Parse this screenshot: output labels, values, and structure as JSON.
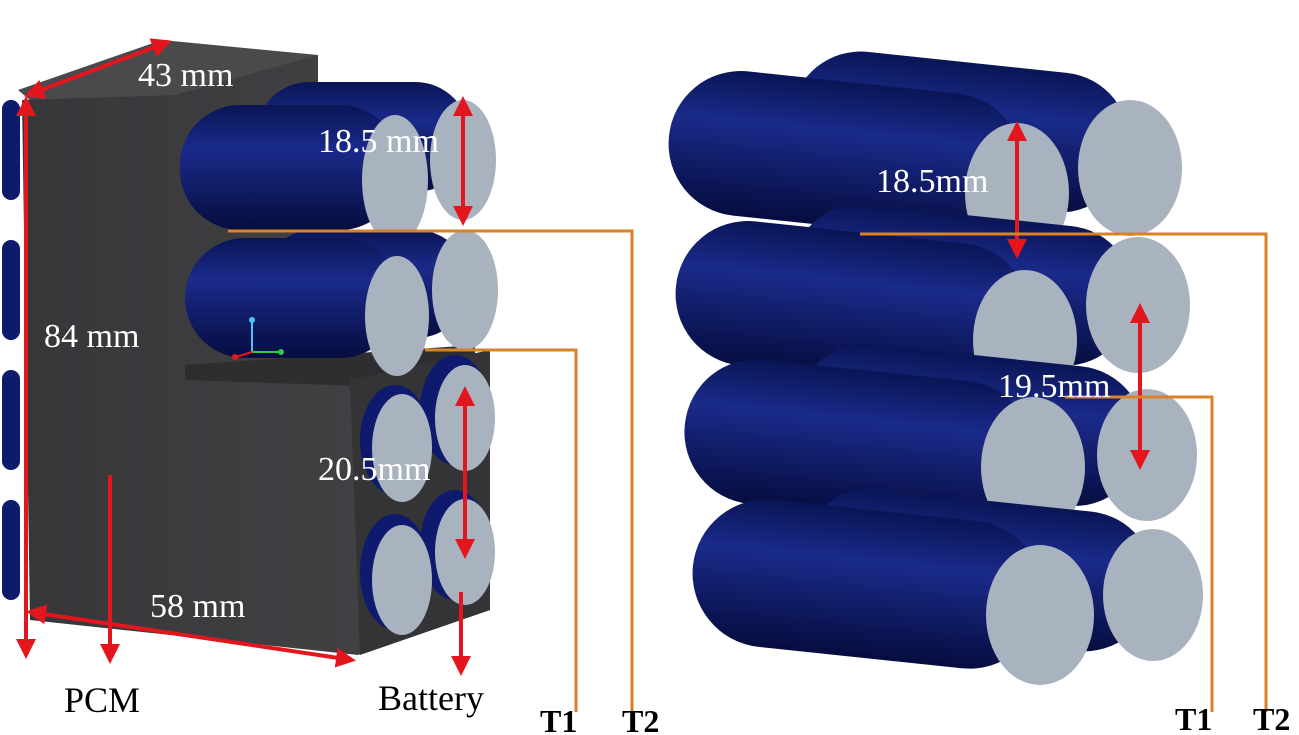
{
  "labels": {
    "width_top": "43 mm",
    "height_left": "84 mm",
    "width_bottom": "58 mm",
    "cell_dia_left": "18.5 mm",
    "pitch_left": "20.5mm",
    "cell_dia_right": "18.5mm",
    "pitch_right": "19.5mm",
    "pcm": "PCM",
    "battery": "Battery",
    "t1_left": "T1",
    "t2_left": "T2",
    "t1_right": "T1",
    "t2_right": "T2"
  },
  "colors": {
    "cell_body": "#0d1a6e",
    "cell_cap": "#a9b3bf",
    "pcm_block": "#3c3c3f",
    "dimension_arrow": "#e3161e",
    "thermocouple_line": "#d9822b",
    "background": "#ffffff"
  }
}
